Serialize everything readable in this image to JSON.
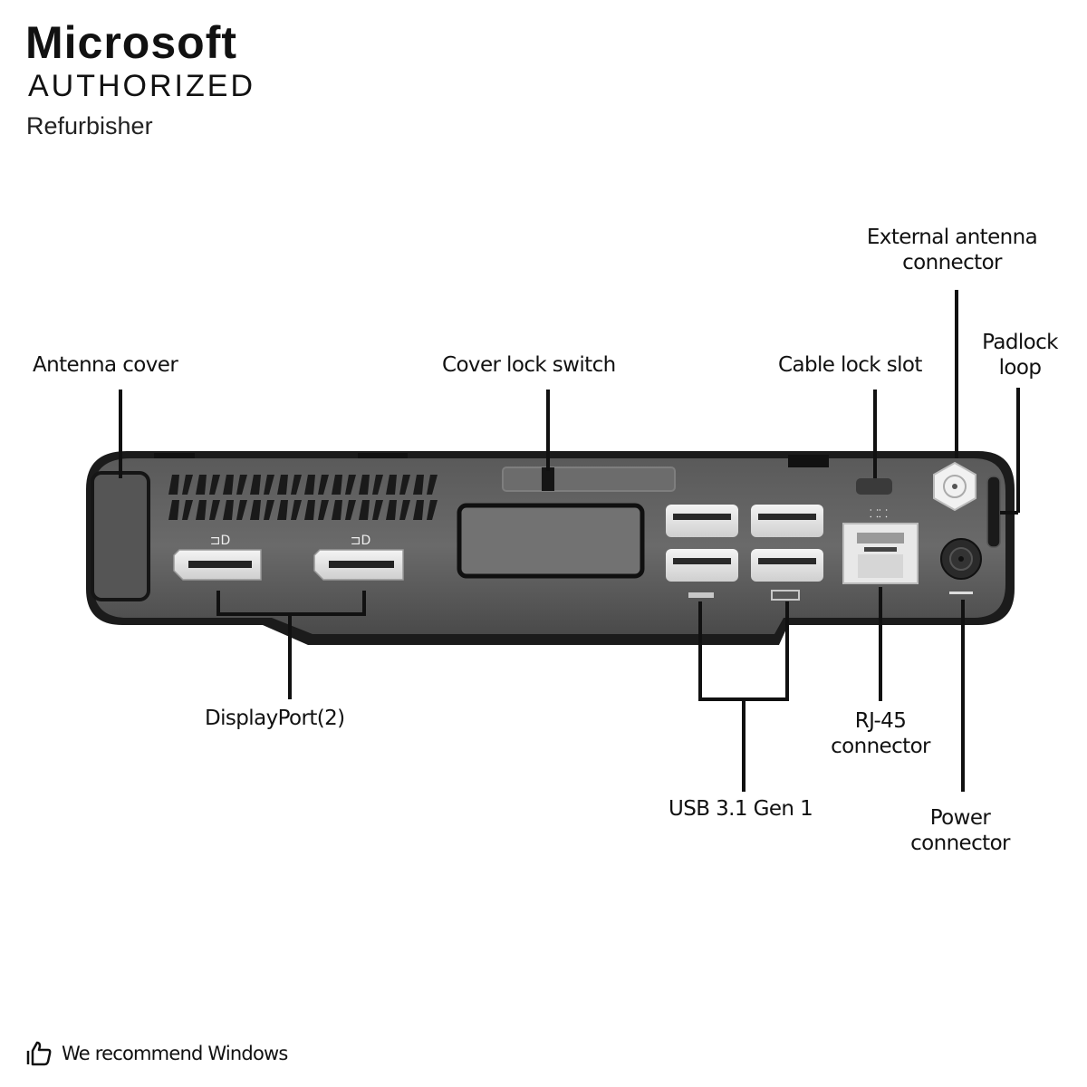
{
  "branding": {
    "title": "Microsoft",
    "subtitle": "AUTHORIZED",
    "tagline": "Refurbisher"
  },
  "diagram": {
    "subject": "Mini desktop PC rear panel",
    "callouts": {
      "antenna_cover": "Antenna cover",
      "cover_lock_switch": "Cover lock switch",
      "cable_lock_slot": "Cable lock slot",
      "external_antenna_line1": "External antenna",
      "external_antenna_line2": "connector",
      "padlock_line1": "Padlock",
      "padlock_line2": "loop",
      "displayport": "DisplayPort(2)",
      "usb": "USB 3.1 Gen 1",
      "rj45_line1": "RJ-45",
      "rj45_line2": "connector",
      "power_line1": "Power",
      "power_line2": "connector"
    },
    "ports": {
      "displayport_count": 2,
      "usb_count": 4
    }
  },
  "footer": {
    "icon": "thumbs-up-icon",
    "text": "We recommend Windows"
  }
}
